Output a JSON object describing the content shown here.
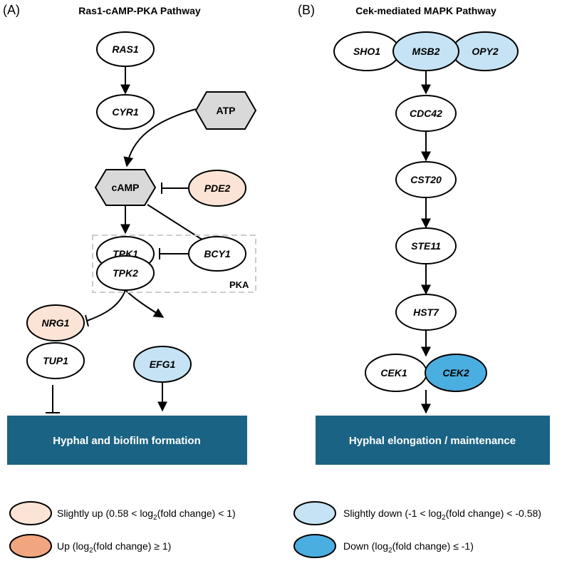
{
  "panel_a": {
    "label": "(A)",
    "title": "Ras1-cAMP-PKA Pathway",
    "nodes": {
      "ras1": "RAS1",
      "cyr1": "CYR1",
      "atp": "ATP",
      "camp": "cAMP",
      "pde2": "PDE2",
      "tpk1": "TPK1",
      "tpk2": "TPK2",
      "bcy1": "BCY1",
      "nrg1": "NRG1",
      "tup1": "TUP1",
      "efg1": "EFG1"
    },
    "pka_label": "PKA",
    "outcome": "Hyphal and biofilm formation"
  },
  "panel_b": {
    "label": "(B)",
    "title": "Cek-mediated MAPK Pathway",
    "nodes": {
      "sho1": "SHO1",
      "msb2": "MSB2",
      "opy2": "OPY2",
      "cdc42": "CDC42",
      "cst20": "CST20",
      "ste11": "STE11",
      "hst7": "HST7",
      "cek1": "CEK1",
      "cek2": "CEK2"
    },
    "outcome": "Hyphal elongation / maintenance"
  },
  "legend": {
    "slightly_up": {
      "text": "Slightly up (0.58 < log",
      "sub": "2",
      "rest": "(fold change) < 1)"
    },
    "up": {
      "text": "Up (log",
      "sub": "2",
      "rest": "(fold change) ≥ 1)"
    },
    "slightly_down": {
      "text": "Slightly down (-1 < log",
      "sub": "2",
      "rest": "(fold change) < -0.58)"
    },
    "down": {
      "text": "Down (log",
      "sub": "2",
      "rest": "(fold change) ≤ -1)"
    }
  },
  "colors": {
    "slightly_up": "#fbe4d6",
    "up": "#f1a67f",
    "slightly_down": "#c5e3f4",
    "down": "#4baee0",
    "outcome_box": "#1b6384",
    "hexagon": "#d9d9d9",
    "white": "#ffffff"
  }
}
